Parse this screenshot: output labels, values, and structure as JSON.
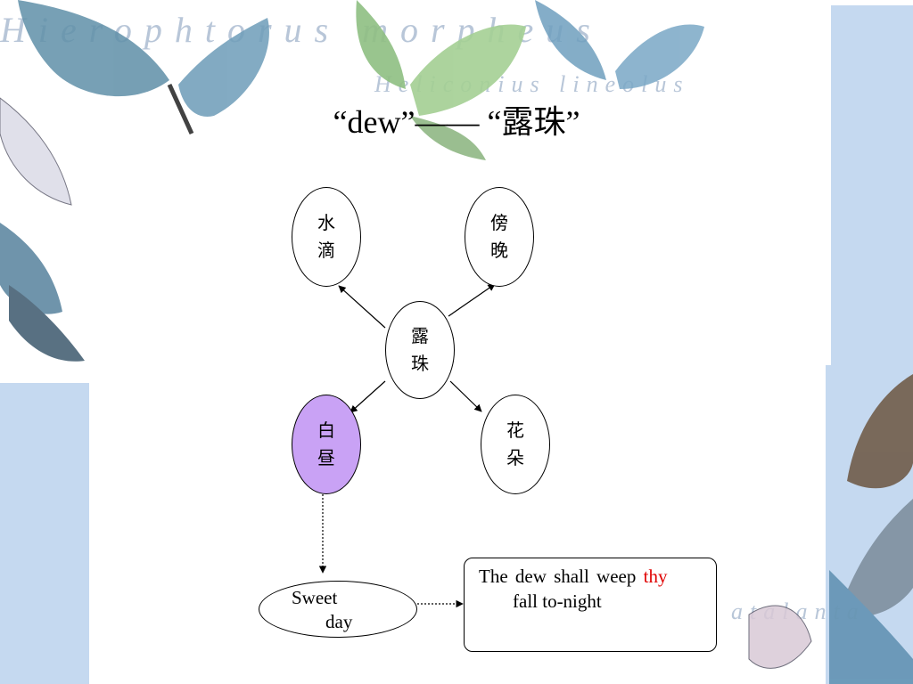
{
  "slide": {
    "title": "“dew”—— “露珠”"
  },
  "decor": {
    "text_top": "Hierophtorus morpheus",
    "text_top2": "Heliconius lineolus",
    "text_bottom": "atalanta",
    "colors": {
      "band": "#c5d9f0",
      "purple": "#c9a2f5",
      "highlight": "#e00000"
    }
  },
  "diagram": {
    "center": {
      "line1": "露",
      "line2": "珠"
    },
    "water_drop": {
      "line1": "水",
      "line2": "滴"
    },
    "evening": {
      "line1": "傍",
      "line2": "晚"
    },
    "daytime": {
      "line1": "白",
      "line2": "昼"
    },
    "flower": {
      "line1": "花",
      "line2": "朵"
    },
    "sweet_day": {
      "line1": "Sweet",
      "line2": "day"
    },
    "quote": {
      "text_before": "The dew shall weep ",
      "text_highlight": "thy",
      "line2": "fall to-night"
    }
  }
}
